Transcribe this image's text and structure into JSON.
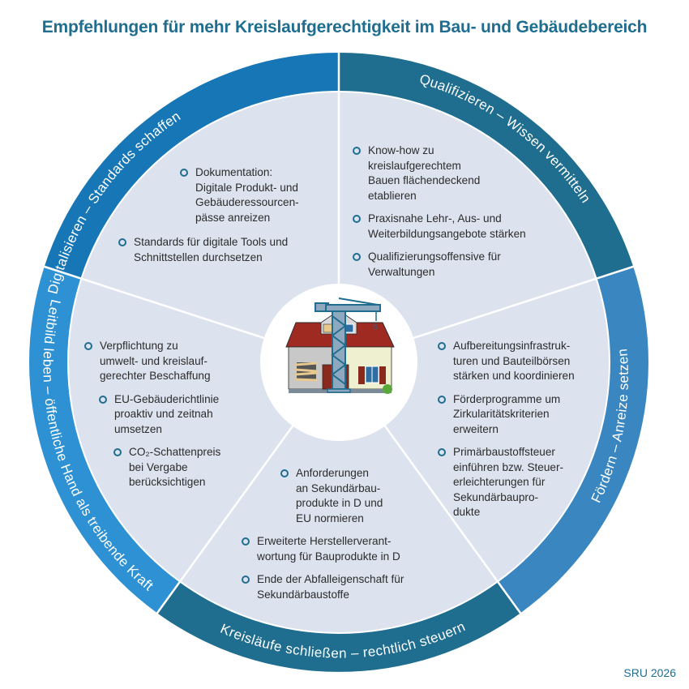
{
  "title": "Empfehlungen für mehr Kreislaufgerechtigkeit im Bau- und Gebäudebereich",
  "colors": {
    "title": "#1f6d8f",
    "segment_background": "#dce3ef",
    "ring_qualifizieren": "#1f6d8f",
    "ring_foerdern": "#3a86c0",
    "ring_kreislaeufe": "#1f6d8f",
    "ring_leitbild": "#2e91d3",
    "ring_digitalisieren": "#1776b6",
    "bullet": "#1f6d8f"
  },
  "center_icon": "house-with-crane-icon",
  "segments": {
    "digitalisieren": {
      "ring_label": "Digitalisieren – Standards schaffen",
      "items": [
        {
          "text": "Dokumentation: Digitale Produkt- und Gebäuderessourcen-pässe anreizen",
          "lines": [
            "Dokumentation:",
            "Digitale Produkt- und",
            "Gebäuderessourcen-",
            "pässe anreizen"
          ]
        },
        {
          "text": "Standards für digitale Tools und Schnittstellen durchsetzen",
          "lines": [
            "Standards für digitale Tools und",
            "Schnittstellen durchsetzen"
          ]
        }
      ]
    },
    "qualifizieren": {
      "ring_label": "Qualifizieren – Wissen vermitteln",
      "items": [
        {
          "lines": [
            "Know-how zu",
            "kreislaufgerechtem",
            "Bauen flächendeckend",
            "etablieren"
          ]
        },
        {
          "lines": [
            "Praxisnahe Lehr-, Aus- und",
            "Weiterbildungsangebote stärken"
          ]
        },
        {
          "lines": [
            "Qualifizierungsoffensive für",
            "Verwaltungen"
          ]
        }
      ]
    },
    "foerdern": {
      "ring_label": "Fördern – Anreize setzen",
      "items": [
        {
          "lines": [
            "Aufbereitungsinfrastruk-",
            "turen und Bauteilbörsen",
            "stärken und koordinieren"
          ]
        },
        {
          "lines": [
            "Förderprogramme um",
            "Zirkularitätskriterien",
            "erweitern"
          ]
        },
        {
          "lines": [
            "Primärbaustoffsteuer",
            "einführen bzw. Steuer-",
            "erleichterungen für",
            "Sekundärbaupro-",
            "dukte"
          ]
        }
      ]
    },
    "kreislaeufe": {
      "ring_label": "Kreisläufe schließen – rechtlich steuern",
      "items": [
        {
          "lines": [
            "Anforderungen",
            "an Sekundärbau-",
            "produkte in D und",
            "EU normieren"
          ]
        },
        {
          "lines": [
            "Erweiterte Herstellerverant-",
            "wortung für Bauprodukte in D"
          ]
        },
        {
          "lines": [
            "Ende der Abfalleigenschaft für",
            "Sekundärbaustoffe"
          ]
        }
      ]
    },
    "leitbild": {
      "ring_label": "Leitbild leben – öffentliche Hand als treibende Kraft",
      "items": [
        {
          "lines": [
            "Verpflichtung zu",
            "umwelt- und kreislauf-",
            "gerechter Beschaffung"
          ]
        },
        {
          "lines": [
            "EU-Gebäuderichtlinie",
            "proaktiv und zeitnah",
            "umsetzen"
          ]
        },
        {
          "lines": [
            "CO₂-Schattenpreis",
            "bei Vergabe",
            "berücksichtigen"
          ]
        }
      ]
    }
  },
  "footer": "SRU 2026"
}
